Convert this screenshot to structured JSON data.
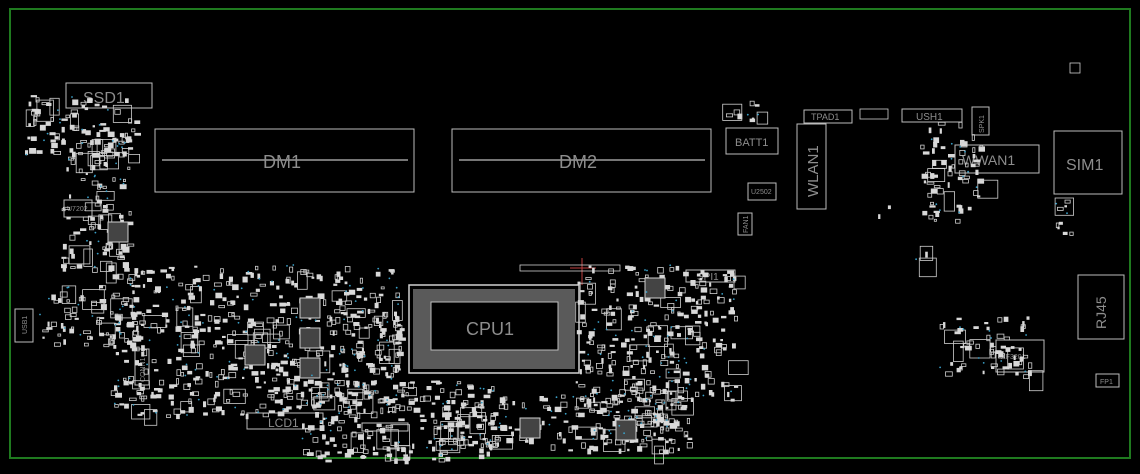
{
  "board": {
    "border_color": "#1f7a1f",
    "background": "#000000",
    "component_color": "#cfcfcf",
    "via_color": "#3aa0c8"
  },
  "labels": {
    "ssd": "SSD1",
    "dm1": "DM1",
    "dm2": "DM2",
    "batt": "BATT1",
    "wlan": "WLAN1",
    "tpad": "TPAD1",
    "ush": "USH1",
    "spk": "SPK1",
    "wwan": "WWAN1",
    "sim": "SIM1",
    "cpu": "CPU1",
    "spi": "SPI1",
    "rj45": "RJ45",
    "lcd": "LCD1",
    "xf": "XF3201",
    "fp": "FP1",
    "usb": "USB1",
    "conn": "CONN1",
    "u7202": "U7202",
    "u2502": "U2502",
    "fan": "FAN1",
    "cir": "CIR1"
  }
}
